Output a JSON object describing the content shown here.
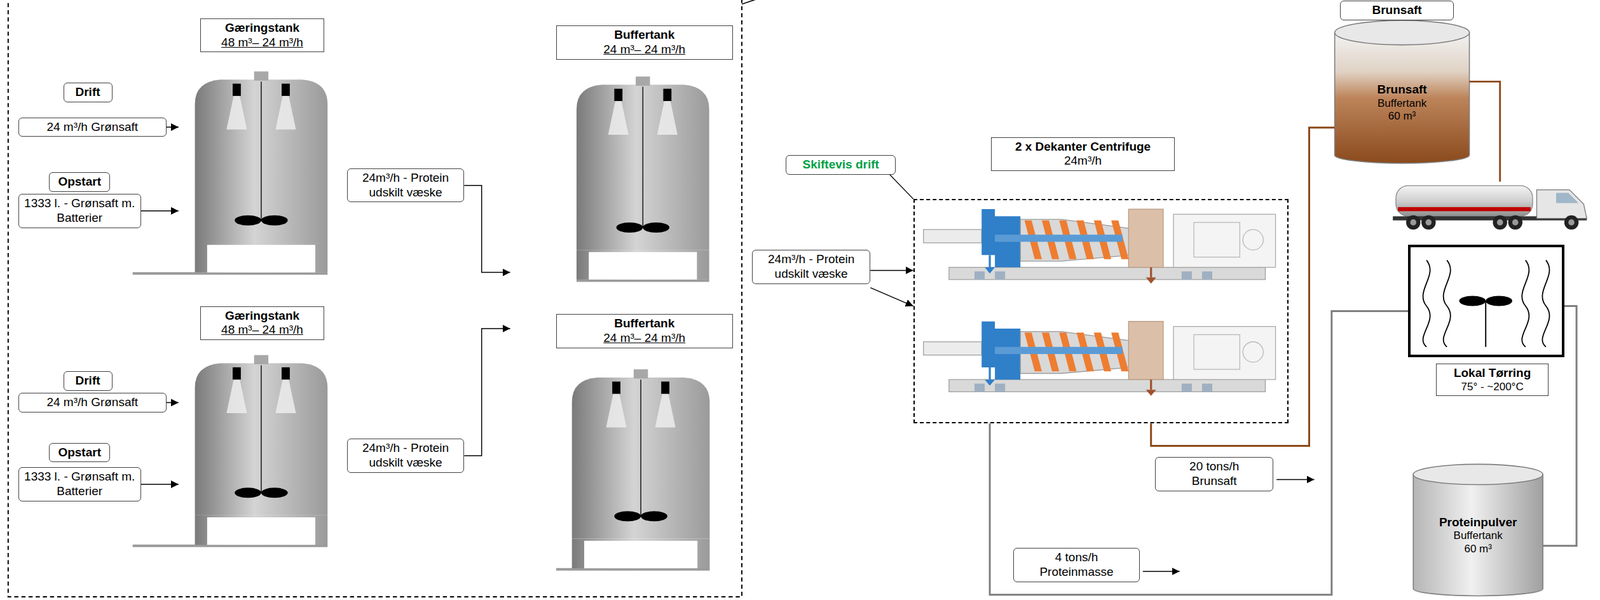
{
  "diagram": {
    "nodes": [
      {
        "text": [
          "Gæringstank",
          "48 m³– 24 m³/h"
        ]
      },
      {
        "text": [
          "Drift"
        ]
      },
      {
        "text": [
          "24 m³/h Grønsaft"
        ]
      },
      {
        "text": [
          "Opstart"
        ]
      },
      {
        "text": [
          "1333 l. - Grønsaft m. Batterier"
        ]
      },
      {
        "text": [
          "24m³/h - Protein udskilt væske"
        ]
      },
      {
        "text": [
          "Buffertank",
          "24 m³– 24 m³/h"
        ]
      },
      {
        "text": [
          "Gæringstank",
          "48 m³– 24 m³/h"
        ]
      },
      {
        "text": [
          "Drift"
        ]
      },
      {
        "text": [
          "24 m³/h Grønsaft"
        ]
      },
      {
        "text": [
          "Opstart"
        ]
      },
      {
        "text": [
          "1333 l. - Grønsaft m. Batterier"
        ]
      },
      {
        "text": [
          "24m³/h - Protein udskilt væske"
        ]
      },
      {
        "text": [
          "Buffertank",
          "24 m³– 24 m³/h"
        ]
      },
      {
        "text": [
          "Skiftevis drift"
        ]
      },
      {
        "text": [
          "24m³/h - Protein udskilt væske"
        ]
      },
      {
        "text": [
          "2 x Dekanter Centrifuge",
          "24m³/h"
        ]
      },
      {
        "text": [
          "Brunsaft"
        ]
      },
      {
        "text": [
          "Brunsaft",
          "Buffertank",
          "60 m³"
        ]
      },
      {
        "text": [
          "20 tons/h Brunsaft"
        ]
      },
      {
        "text": [
          "Lokal Tørring",
          "75° - ~200°C"
        ]
      },
      {
        "text": [
          "4 tons/h Proteinmasse"
        ]
      },
      {
        "text": [
          "Proteinpulver",
          "Buffertank",
          "60 m³"
        ]
      }
    ],
    "edges": [
      {
        "from": 2,
        "to": 0,
        "arrow": "to"
      },
      {
        "from": 4,
        "to": 0,
        "arrow": "to"
      },
      {
        "from": 5,
        "to": 6,
        "arrow": "to"
      },
      {
        "from": 9,
        "to": 7,
        "arrow": "to"
      },
      {
        "from": 11,
        "to": 7,
        "arrow": "to"
      },
      {
        "from": 12,
        "to": 13,
        "arrow": "to"
      },
      {
        "from": 15,
        "to": 16,
        "arrow": "to"
      },
      {
        "from": 15,
        "to": 16,
        "arrow": "to"
      },
      {
        "from": 14,
        "to": 16,
        "arrow": "none"
      },
      {
        "from": 16,
        "to": 18,
        "arrow": "none"
      },
      {
        "from": 16,
        "to": 20,
        "arrow": "none"
      },
      {
        "from": 20,
        "to": 22,
        "arrow": "none"
      }
    ]
  }
}
